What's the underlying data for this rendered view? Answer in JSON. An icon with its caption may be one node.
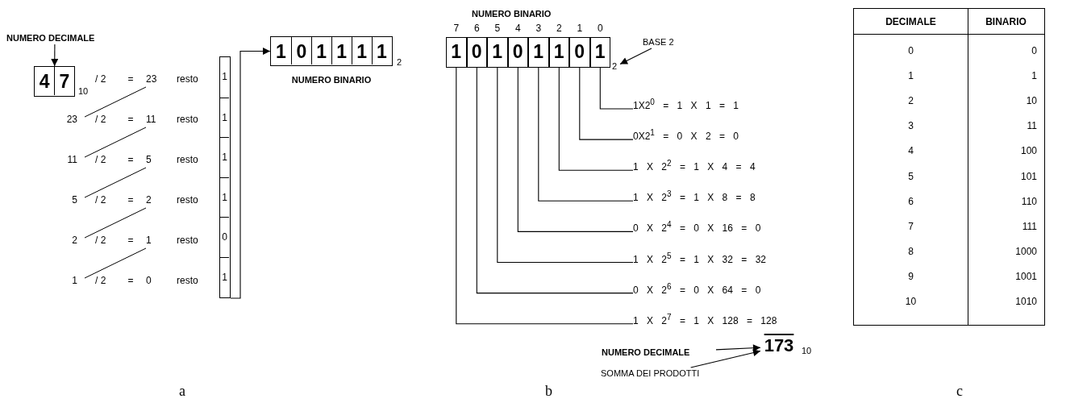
{
  "diagram": {
    "nodes": [
      {
        "text": [
          "NUMERO DECIMALE"
        ]
      },
      {
        "text": [
          "4",
          "7"
        ],
        "beside": [
          "10"
        ]
      },
      {
        "text": [
          "1",
          "1",
          "1",
          "1",
          "0",
          "1"
        ]
      },
      {
        "text": [
          "1",
          "0",
          "1",
          "1",
          "1",
          "1"
        ],
        "beside": [
          "2",
          "NUMERO BINARIO"
        ]
      },
      {
        "text": [
          "NUMERO BINARIO"
        ]
      },
      {
        "text": [
          "1"
        ],
        "beside": [
          "7"
        ],
        "in": 4
      },
      {
        "text": [
          "0"
        ],
        "beside": [
          "6"
        ],
        "in": 4
      },
      {
        "text": [
          "1"
        ],
        "beside": [
          "5"
        ],
        "in": 4
      },
      {
        "text": [
          "0"
        ],
        "beside": [
          "4"
        ],
        "in": 4
      },
      {
        "text": [
          "1"
        ],
        "beside": [
          "3"
        ],
        "in": 4
      },
      {
        "text": [
          "1"
        ],
        "beside": [
          "2"
        ],
        "in": 4
      },
      {
        "text": [
          "0"
        ],
        "beside": [
          "1"
        ],
        "in": 4
      },
      {
        "text": [
          "1"
        ],
        "beside": [
          "0"
        ],
        "in": 4
      },
      {
        "text": [
          "BASE 2"
        ]
      },
      {
        "text": [
          "2"
        ]
      },
      {
        "text": [
          "1X2$^{0}$ = 1 X 1 = 1"
        ]
      },
      {
        "text": [
          "0X2$^{1}$ = 0 X 2 = 0"
        ]
      },
      {
        "text": [
          "1 X 2$^{2}$ = 1 X 4 = 4"
        ]
      },
      {
        "text": [
          "1 X 2$^{3}$ = 1 X 8 = 8"
        ]
      },
      {
        "text": [
          "0 X 2$^{4}$ = 0 X 16 = 0"
        ]
      },
      {
        "text": [
          "1 X 2$^{5}$ = 1 X 32 = 32"
        ]
      },
      {
        "text": [
          "0 X 2$^{6}$ = 0 X 64 = 0"
        ]
      },
      {
        "text": [
          "1 X 2$^{7}$ = 1 X 128 = 128"
        ]
      },
      {
        "text": [
          "173"
        ],
        "beside": [
          "10"
        ]
      },
      {
        "text": [
          "NUMERO DECIMALE"
        ]
      },
      {
        "text": [
          "SOMMA DEI PRODOTTI"
        ]
      }
    ],
    "edges": [
      {
        "from": 0,
        "to": 1,
        "arrow": "to"
      },
      {
        "from": 2,
        "to": 3,
        "arrow": "to"
      },
      {
        "from": 12,
        "to": 15,
        "arrow": "none"
      },
      {
        "from": 11,
        "to": 16,
        "arrow": "none"
      },
      {
        "from": 10,
        "to": 17,
        "arrow": "none"
      },
      {
        "from": 9,
        "to": 18,
        "arrow": "none"
      },
      {
        "from": 8,
        "to": 19,
        "arrow": "none"
      },
      {
        "from": 7,
        "to": 20,
        "arrow": "none"
      },
      {
        "from": 6,
        "to": 21,
        "arrow": "none"
      },
      {
        "from": 5,
        "to": 22,
        "arrow": "none"
      },
      {
        "from": 13,
        "to": 14,
        "arrow": "to"
      },
      {
        "from": 24,
        "to": 23,
        "arrow": "to"
      },
      {
        "from": 25,
        "to": 23,
        "arrow": "to"
      }
    ],
    "labels": [
      "/ 2",
      "=",
      "23",
      "resto",
      "23",
      "/ 2",
      "=",
      "11",
      "resto",
      "11",
      "/ 2",
      "=",
      "5",
      "resto",
      "5",
      "/ 2",
      "=",
      "2",
      "resto",
      "2",
      "/ 2",
      "=",
      "1",
      "resto",
      "1",
      "/ 2",
      "=",
      "0",
      "resto",
      "DECIMALE",
      "BINARIO",
      "0",
      "0",
      "1",
      "1",
      "2",
      "10",
      "3",
      "11",
      "4",
      "100",
      "5",
      "101",
      "6",
      "110",
      "7",
      "111",
      "8",
      "1000",
      "9",
      "1001",
      "10",
      "1010",
      "a",
      "b",
      "c"
    ]
  }
}
